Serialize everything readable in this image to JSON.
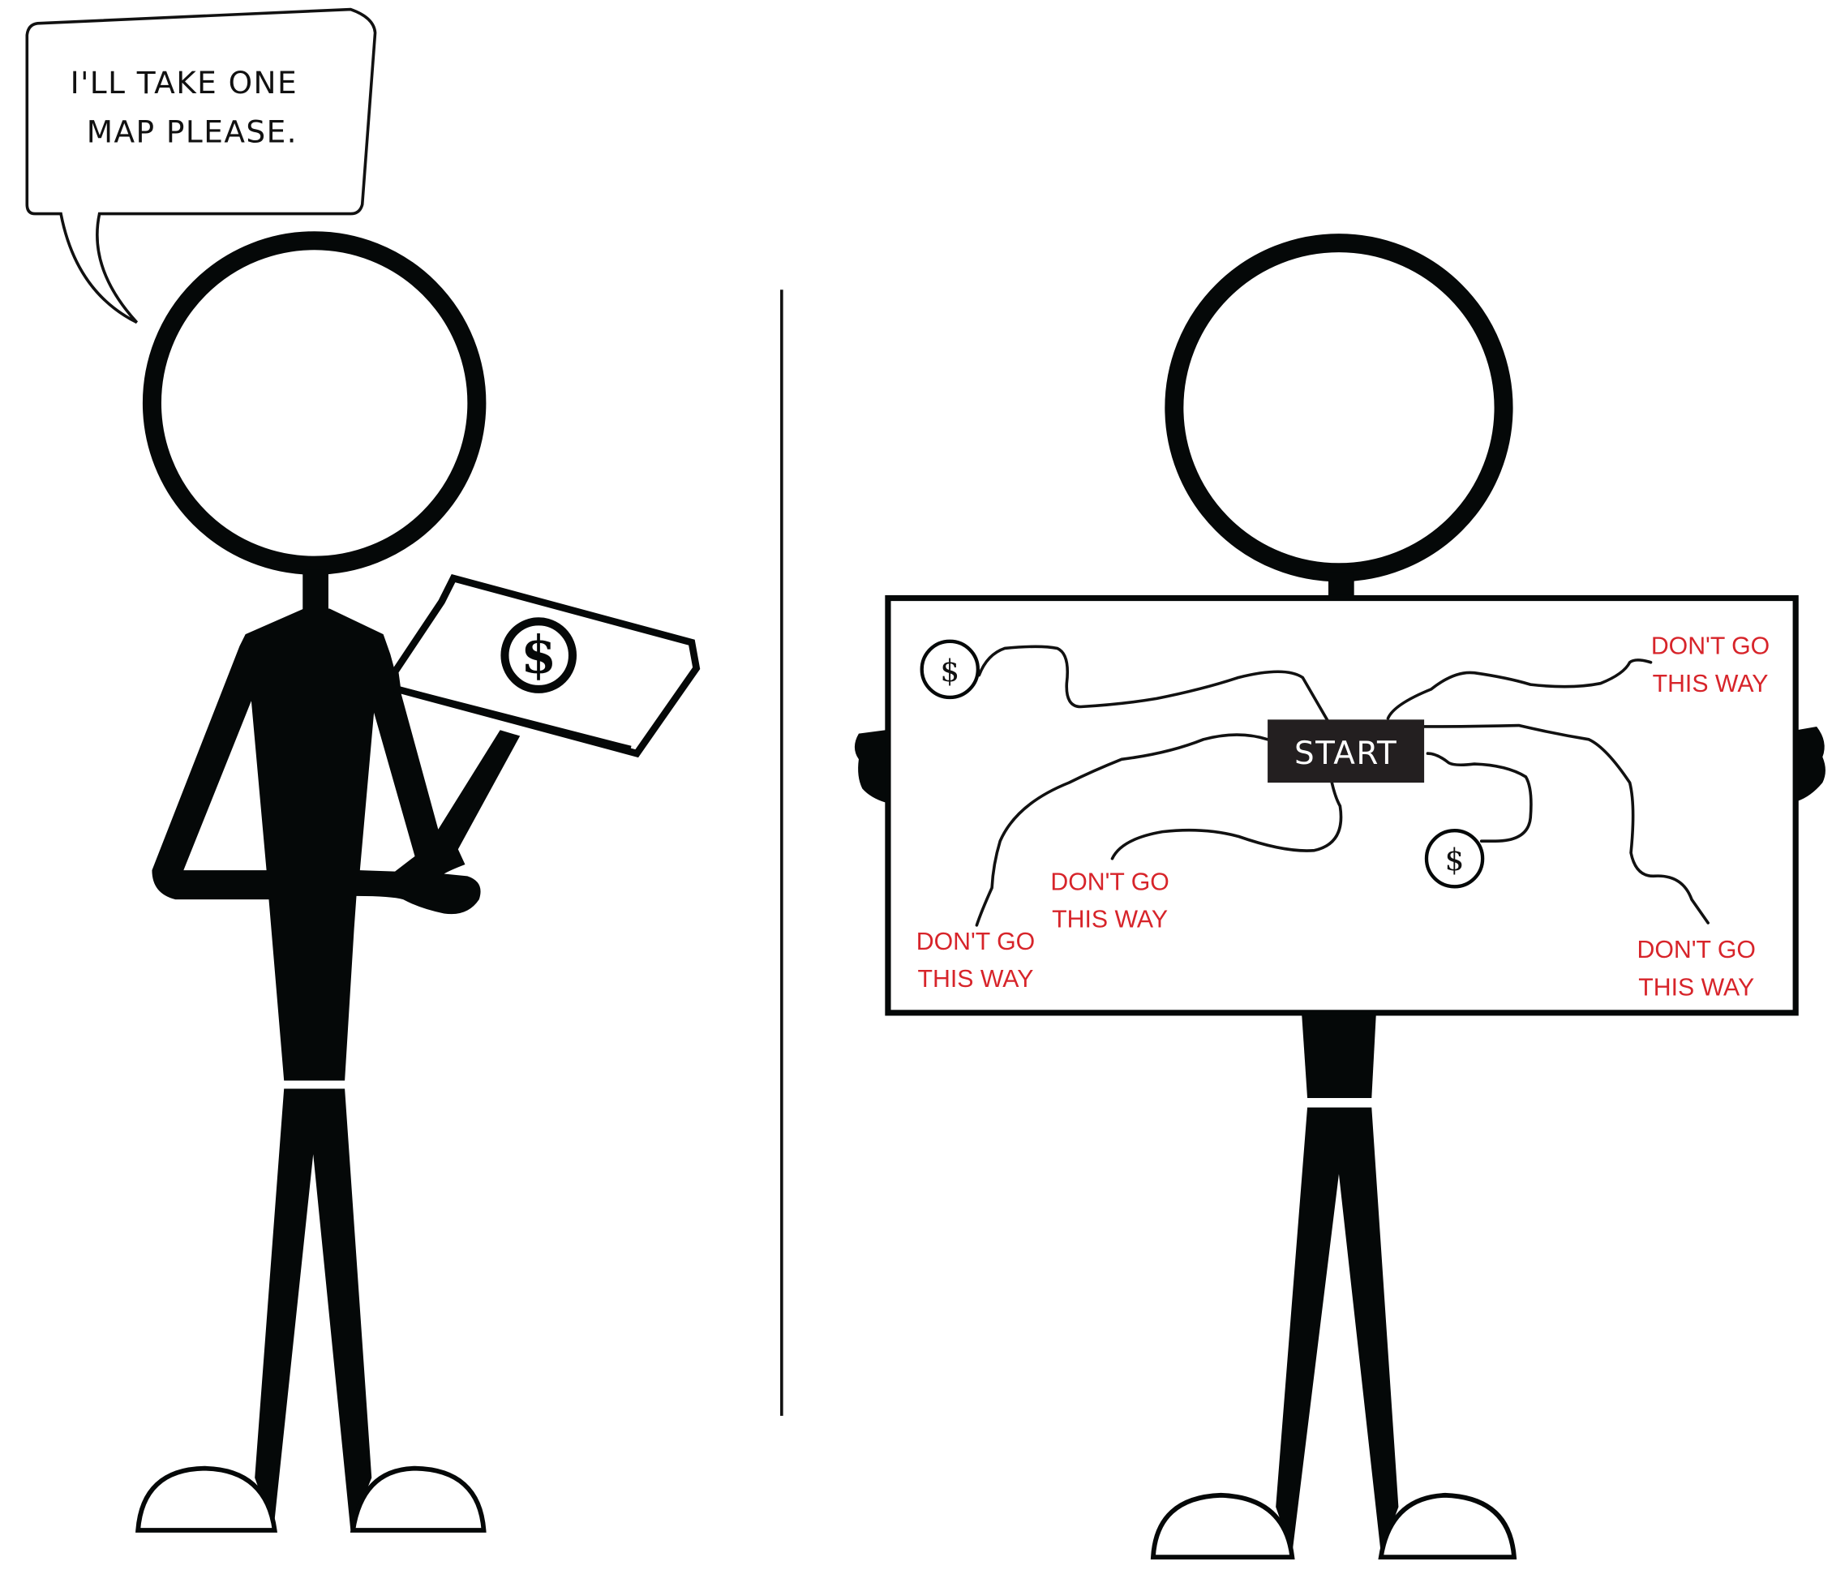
{
  "speech_bubble": {
    "line1": "I'LL TAKE ONE",
    "line2": "MAP PLEASE."
  },
  "bill": {
    "symbol": "$"
  },
  "map": {
    "start_label": "START",
    "coins": [
      "$",
      "$"
    ],
    "warnings": [
      {
        "line1": "DON'T GO",
        "line2": "THIS WAY"
      },
      {
        "line1": "DON'T GO",
        "line2": "THIS WAY"
      },
      {
        "line1": "DON'T GO",
        "line2": "THIS WAY"
      },
      {
        "line1": "DON'T GO",
        "line2": "THIS WAY"
      }
    ]
  },
  "colors": {
    "ink": "#050808",
    "warning": "#d7242a"
  }
}
